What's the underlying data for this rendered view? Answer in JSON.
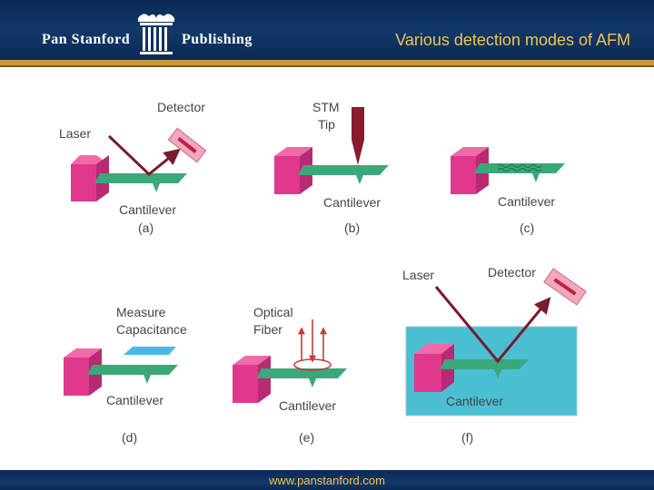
{
  "header": {
    "publisher_part1": "Pan Stanford",
    "publisher_part2": "Publishing",
    "title": "Various detection modes of AFM"
  },
  "footer": {
    "url": "www.panstanford.com"
  },
  "panels": {
    "a": {
      "letter": "(a)",
      "laser": "Laser",
      "detector": "Detector",
      "cantilever": "Cantilever"
    },
    "b": {
      "letter": "(b)",
      "stm1": "STM",
      "stm2": "Tip",
      "cantilever": "Cantilever"
    },
    "c": {
      "letter": "(c)",
      "cantilever": "Cantilever"
    },
    "d": {
      "letter": "(d)",
      "measure1": "Measure",
      "measure2": "Capacitance",
      "cantilever": "Cantilever"
    },
    "e": {
      "letter": "(e)",
      "optical1": "Optical",
      "optical2": "Fiber",
      "cantilever": "Cantilever"
    },
    "f": {
      "letter": "(f)",
      "laser": "Laser",
      "detector": "Detector",
      "cantilever": "Cantilever"
    }
  },
  "colors": {
    "header_bg": "#0b2a55",
    "title_text": "#f2c24c",
    "block_front": "#e0388c",
    "block_top": "#f06aa8",
    "block_side": "#b82a72",
    "cantilever": "#3aa878",
    "laser_beam": "#7a1a2e",
    "capacitor_plate": "#49b8e8",
    "panel_f_bg": "#4bbfd2"
  },
  "icons": {
    "logo": "column-logo-icon"
  }
}
